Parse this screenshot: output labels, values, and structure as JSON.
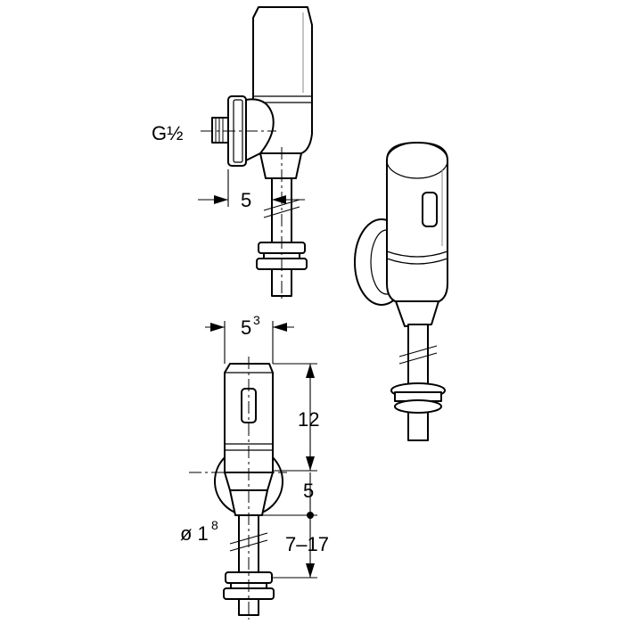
{
  "labels": {
    "thread": "G½",
    "depth": "5",
    "width_main": "5",
    "width_sup": "3",
    "height": "12",
    "lower_gap": "5",
    "pipe_dia_prefix": "ø 1",
    "pipe_dia_sup": "8",
    "pipe_range": "7–17"
  }
}
